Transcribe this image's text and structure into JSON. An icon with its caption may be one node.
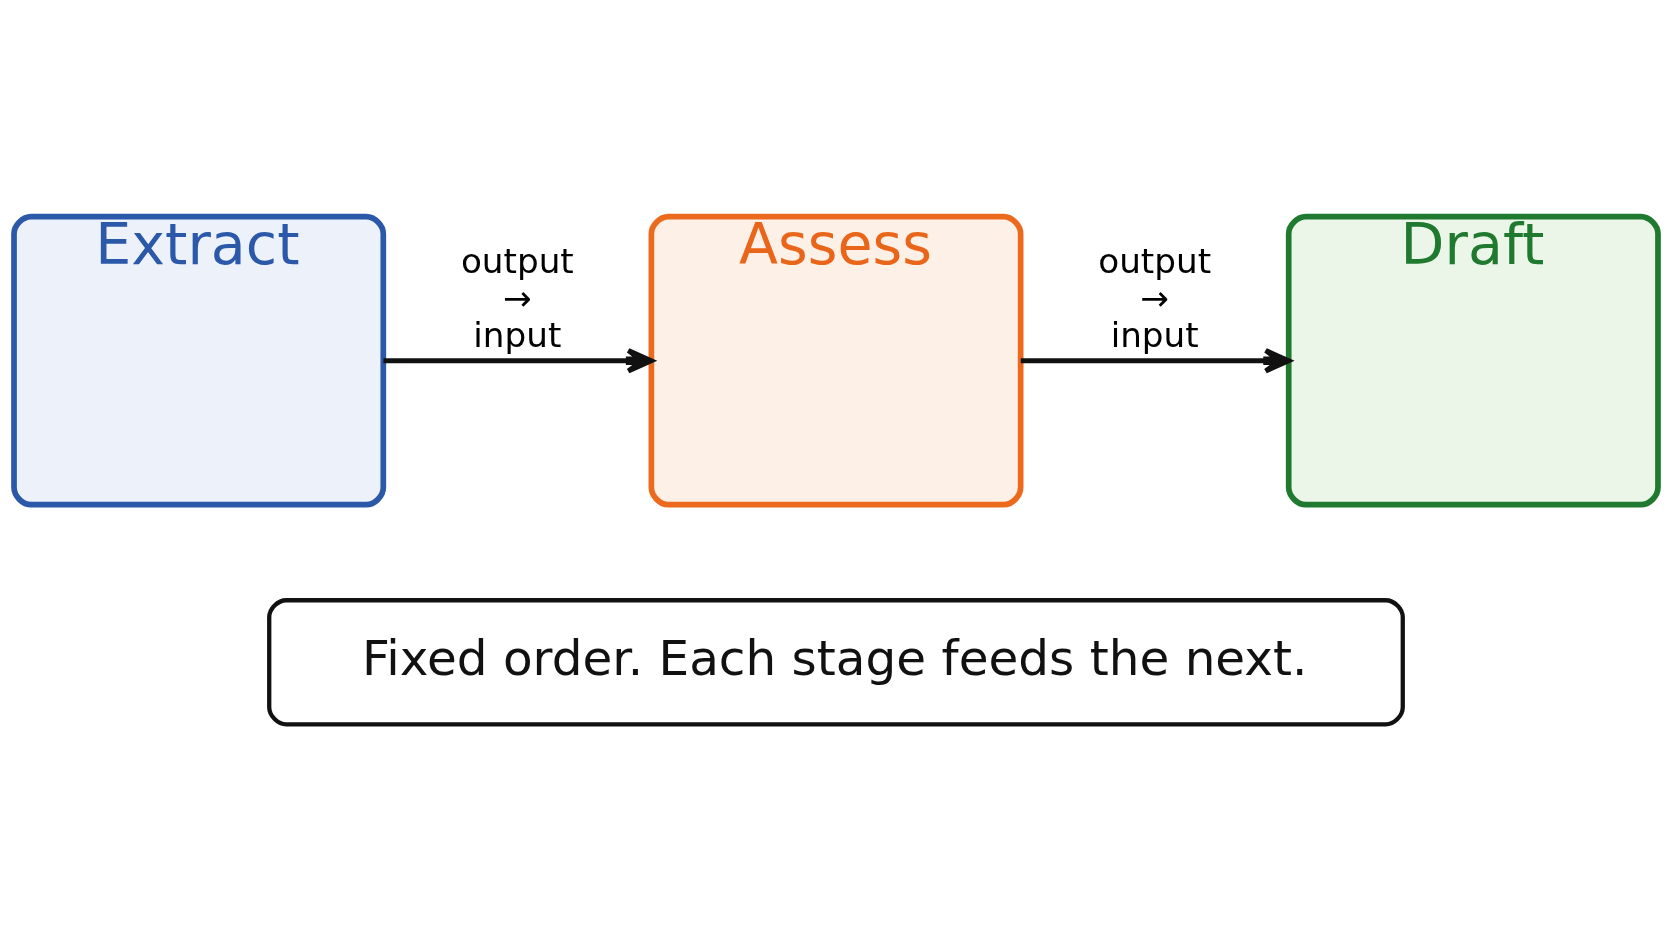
{
  "diagram": {
    "nodes": [
      {
        "text": [
          "Extract"
        ]
      },
      {
        "text": [
          "Assess"
        ]
      },
      {
        "text": [
          "Draft"
        ]
      },
      {
        "text": [
          "Fixed order. Each stage feeds the next."
        ]
      }
    ],
    "edges": [
      {
        "from": 0,
        "to": 1,
        "arrow": "to",
        "label": "output → input"
      },
      {
        "from": 1,
        "to": 2,
        "arrow": "to",
        "label": "output → input"
      }
    ]
  }
}
